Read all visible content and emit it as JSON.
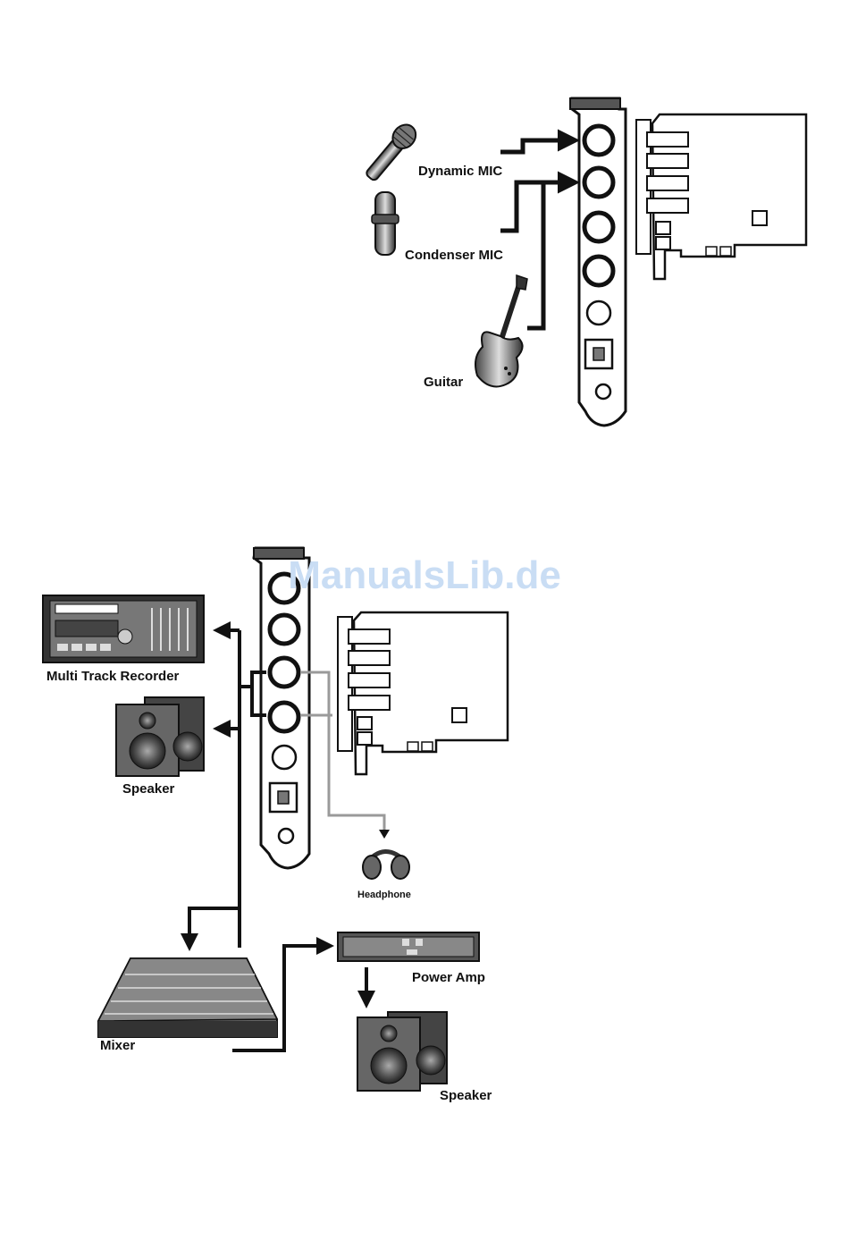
{
  "colors": {
    "ink": "#111111",
    "watermark": "#c9ddf4",
    "grey": "#9a9a9a"
  },
  "top_diagram": {
    "labels": {
      "dynamic_mic": "Dynamic MIC",
      "condenser_mic": "Condenser MIC",
      "guitar": "Guitar"
    }
  },
  "bottom_diagram": {
    "labels": {
      "multi_track_recorder": "Multi Track Recorder",
      "speaker_left": "Speaker",
      "headphone": "Headphone",
      "mixer": "Mixer",
      "power_amp": "Power Amp",
      "speaker_right": "Speaker"
    }
  },
  "watermark": "ManualsLib.de"
}
